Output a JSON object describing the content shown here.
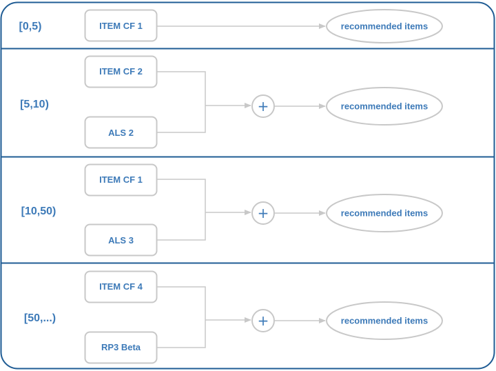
{
  "rows": [
    {
      "range": "[0,5)",
      "models": [
        "ITEM CF 1"
      ],
      "output": "recommended items"
    },
    {
      "range": "[5,10)",
      "models": [
        "ITEM CF 2",
        "ALS 2"
      ],
      "output": "recommended items"
    },
    {
      "range": "[10,50)",
      "models": [
        "ITEM CF 1",
        "ALS 3"
      ],
      "output": "recommended items"
    },
    {
      "range": "[50,...)",
      "models": [
        "ITEM CF 4",
        "RP3 Beta"
      ],
      "output": "recommended items"
    }
  ],
  "combine_symbol": "+",
  "colors": {
    "frame": "#1f5c94",
    "text": "#3d7ab8",
    "box_stroke": "#c8c8c8",
    "connector": "#c8c8c8"
  }
}
